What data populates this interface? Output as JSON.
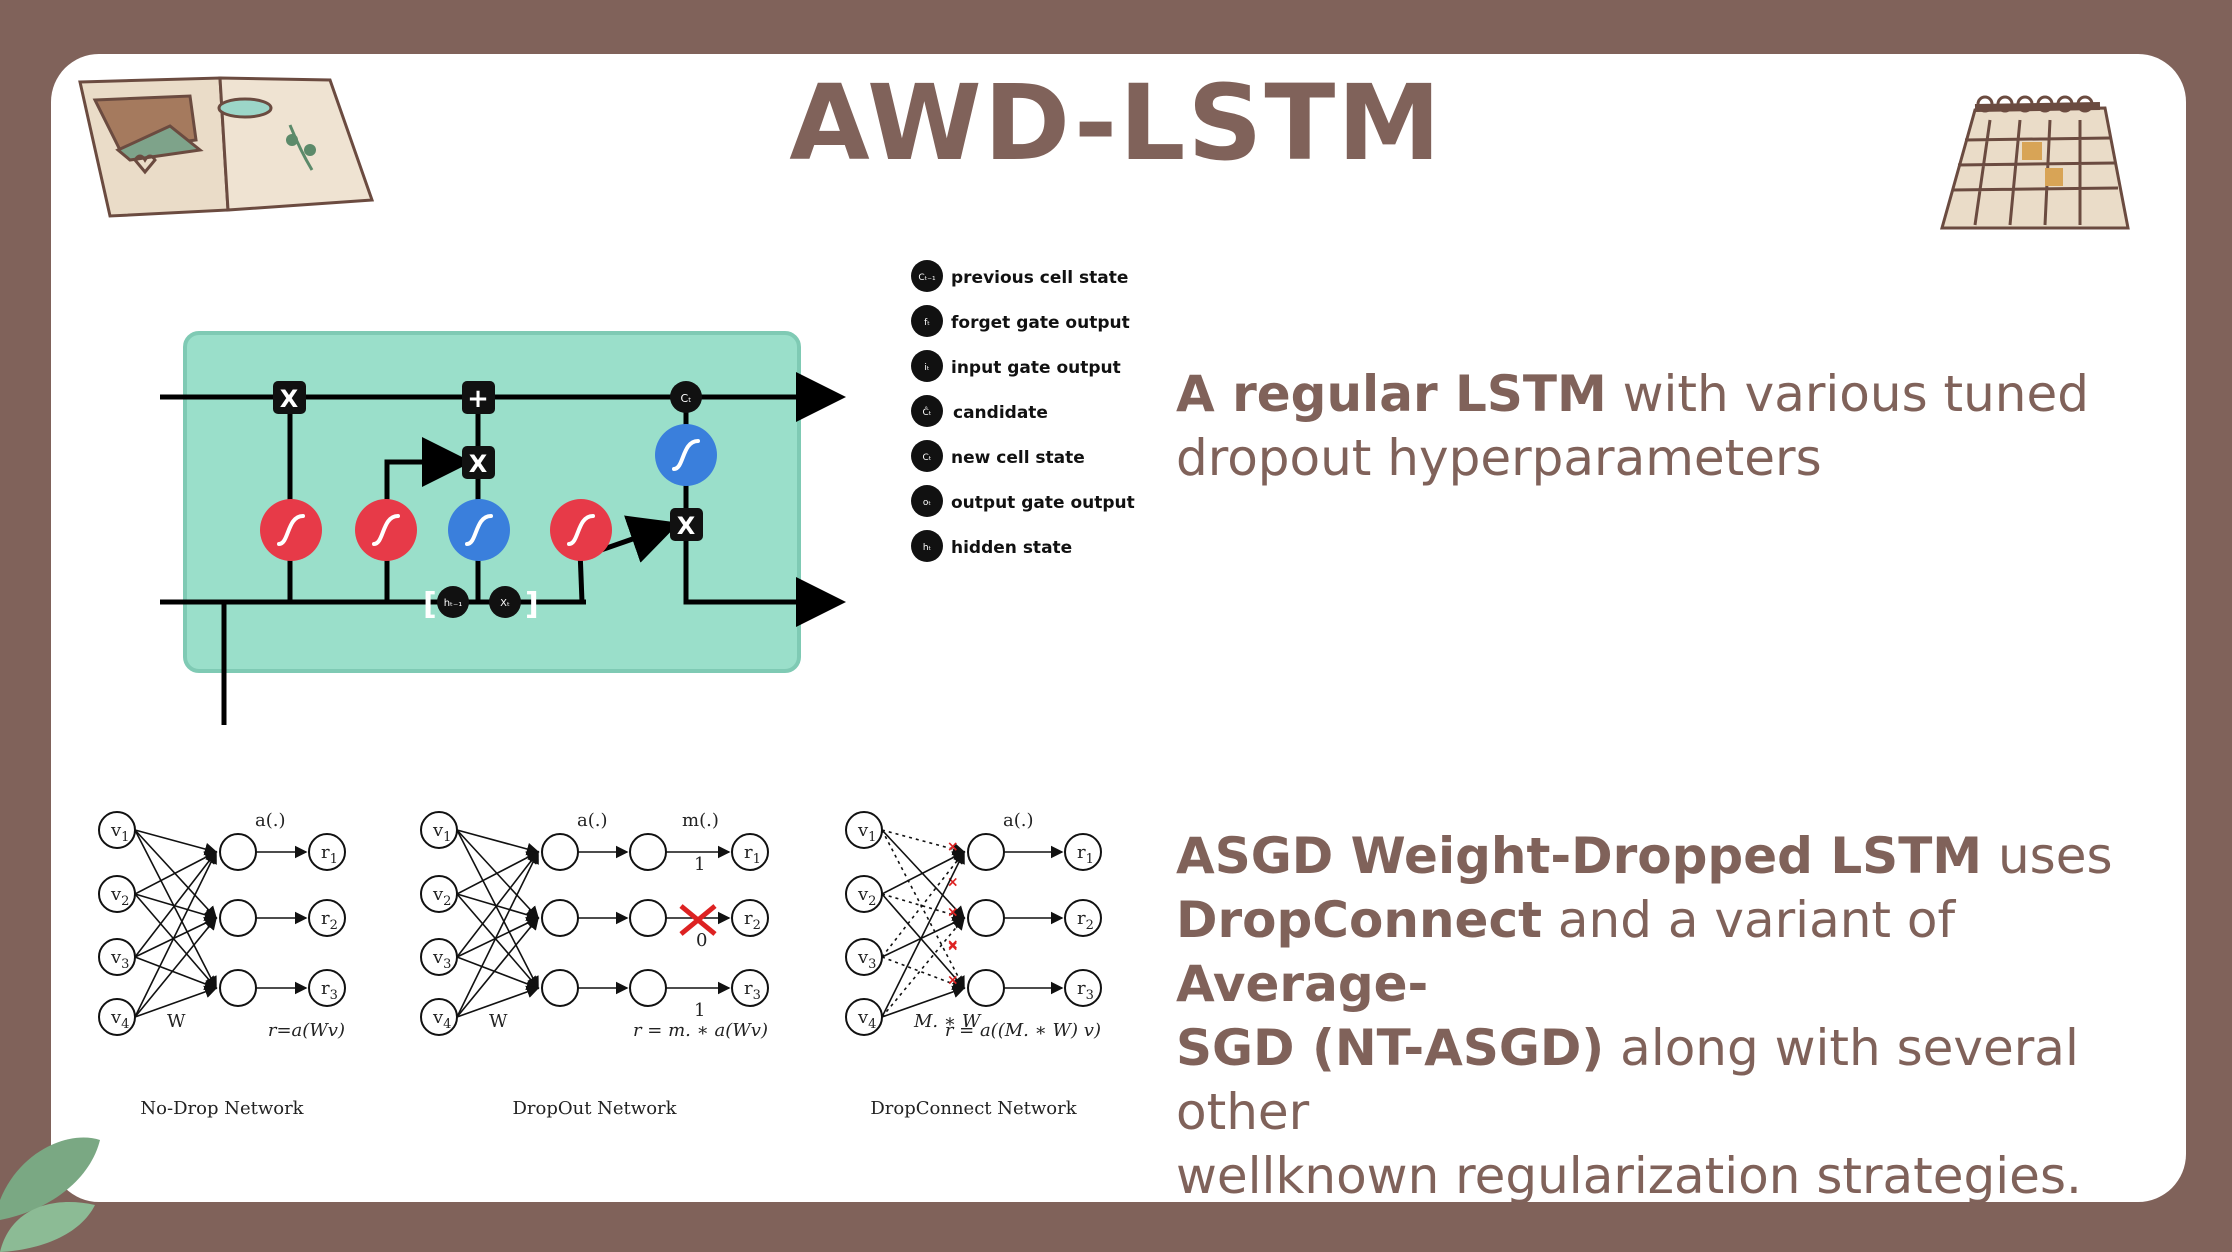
{
  "title": "AWD-LSTM",
  "text1": {
    "bold": "A regular LSTM",
    "rest1": " with various tuned",
    "rest2": "dropout hyperparameters"
  },
  "text2": {
    "b1": "ASGD Weight-Dropped LSTM",
    "r1": " uses",
    "b2": "DropConnect",
    "r2": " and a variant of ",
    "b3": "Average-",
    "b4": "SGD (NT-ASGD)",
    "r3": " along with several other",
    "r4": "wellknown regularization strategies."
  },
  "legend": [
    {
      "sym": "Cₜ₋₁",
      "label": "previous cell state"
    },
    {
      "sym": "fₜ",
      "label": "forget gate output"
    },
    {
      "sym": "iₜ",
      "label": "input gate output"
    },
    {
      "sym": "Ĉₜ",
      "label": "candidate"
    },
    {
      "sym": "Cₜ",
      "label": "new cell state"
    },
    {
      "sym": "oₜ",
      "label": "output gate output"
    },
    {
      "sym": "hₜ",
      "label": "hidden state"
    }
  ],
  "lstm": {
    "node_ct": "Cₜ",
    "node_h": "hₜ₋₁",
    "node_x": "Xₜ",
    "op_mul": "X",
    "op_add": "+"
  },
  "networks": [
    {
      "caption": "No-Drop Network",
      "act": "a(.)",
      "weight": "W",
      "formula": "r=a(Wv)"
    },
    {
      "caption": "DropOut Network",
      "act": "a(.)",
      "mask": "m(.)",
      "weight": "W",
      "formula": "r = m. ∗ a(Wv)",
      "one_a": "1",
      "zero": "0",
      "one_b": "1"
    },
    {
      "caption": "DropConnect Network",
      "act": "a(.)",
      "weight": "M. ∗ W",
      "formula": "r = a((M. ∗ W) v)"
    }
  ],
  "net_nodes": {
    "v": [
      "v1",
      "v2",
      "v3",
      "v4"
    ],
    "r": [
      "r1",
      "r2",
      "r3"
    ]
  },
  "colors": {
    "frame": "#80625a",
    "cell_bg": "#9adfca",
    "sigmoid_red": "#e73a48",
    "tanh_blue": "#3a7fdc",
    "drop_x": "#dd2222"
  }
}
